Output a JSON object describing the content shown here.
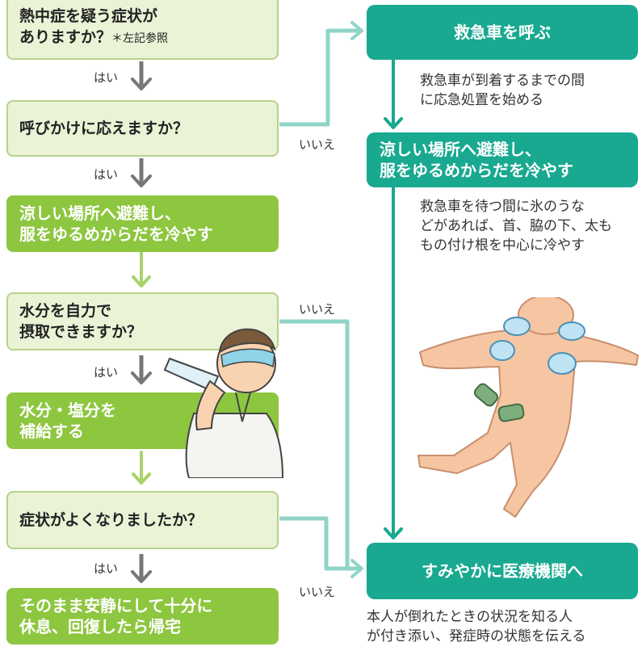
{
  "left": {
    "q1": {
      "line1": "熱中症を疑う症状が",
      "line2": "ありますか？",
      "note": "＊左記参照"
    },
    "yes1": "はい",
    "q2": "呼びかけに応えますか？",
    "no1": "いいえ",
    "yes2": "はい",
    "cool": {
      "line1": "涼しい場所へ避難し、",
      "line2": "服をゆるめからだを冷やす"
    },
    "q3": {
      "line1": "水分を自力で",
      "line2": "摂取できますか？"
    },
    "no2": "いいえ",
    "yes3": "はい",
    "hydrate": {
      "line1": "水分・塩分を",
      "line2": "補給する"
    },
    "q4": "症状がよくなりましたか？",
    "yes4": "はい",
    "no3": "いいえ",
    "rest": {
      "line1": "そのまま安静にして十分に",
      "line2": "休息、回復したら帰宅"
    }
  },
  "right": {
    "call": "救急車を呼ぶ",
    "call_note": {
      "line1": "救急車が到着するまでの間",
      "line2": "に応急処置を始める"
    },
    "cool": {
      "line1": "涼しい場所へ避難し、",
      "line2": "服をゆるめからだを冷やす"
    },
    "cool_note": {
      "line1": "救急車を待つ間に氷のうな",
      "line2": "どがあれば、首、脇の下、太も",
      "line3": "もの付け根を中心に冷やす"
    },
    "hospital": "すみやかに医療機関へ",
    "hospital_note": {
      "line1": "本人が倒れたときの状況を知る人",
      "line2": "が付き添い、発症時の状態を伝える"
    }
  },
  "colors": {
    "teal": "#18a990",
    "green": "#8dc63f",
    "question_bg": "#eaf3d6",
    "connector": "#8fd4c7",
    "arrow_gray": "#757575"
  }
}
